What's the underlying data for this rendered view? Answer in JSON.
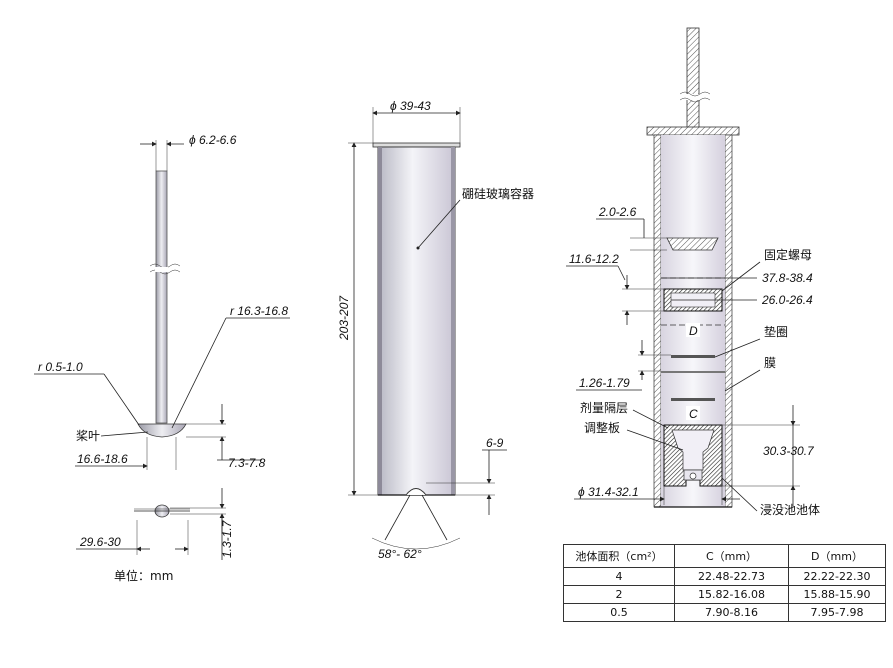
{
  "paddle": {
    "shaft_diameter": "ϕ 6.2-6.6",
    "blade_radius": "r 16.3-16.8",
    "edge_radius": "r 0.5-1.0",
    "blade_label": "桨叶",
    "blade_width": "16.6-18.6",
    "blade_height": "7.3-7.8",
    "blade_span": "29.6-30",
    "blade_thickness": "1.3-1.7",
    "unit": "单位：mm"
  },
  "container": {
    "diameter": "ϕ 39-43",
    "height": "203-207",
    "material_label": "硼硅玻璃容器",
    "bottom_dim": "6-9",
    "angle": "58°- 62°"
  },
  "assembly": {
    "paddle_gap": "2.0-2.6",
    "nut_height": "11.6-12.2",
    "nut_label": "固定螺母",
    "nut_outer": "37.8-38.4",
    "nut_inner": "26.0-26.4",
    "d_label": "D",
    "gasket_label": "垫圈",
    "membrane_label": "膜",
    "spacing": "1.26-1.79",
    "separator_label": "剂量隔层",
    "c_label": "C",
    "plate_label": "调整板",
    "cell_height": "30.3-30.7",
    "cell_diameter": "ϕ 31.4-32.1",
    "cell_label": "浸没池池体"
  },
  "table": {
    "headers": [
      "池体面积（cm²）",
      "C（mm）",
      "D（mm）"
    ],
    "rows": [
      [
        "4",
        "22.48-22.73",
        "22.22-22.30"
      ],
      [
        "2",
        "15.82-16.08",
        "15.88-15.90"
      ],
      [
        "0.5",
        "7.90-8.16",
        "7.95-7.98"
      ]
    ]
  }
}
